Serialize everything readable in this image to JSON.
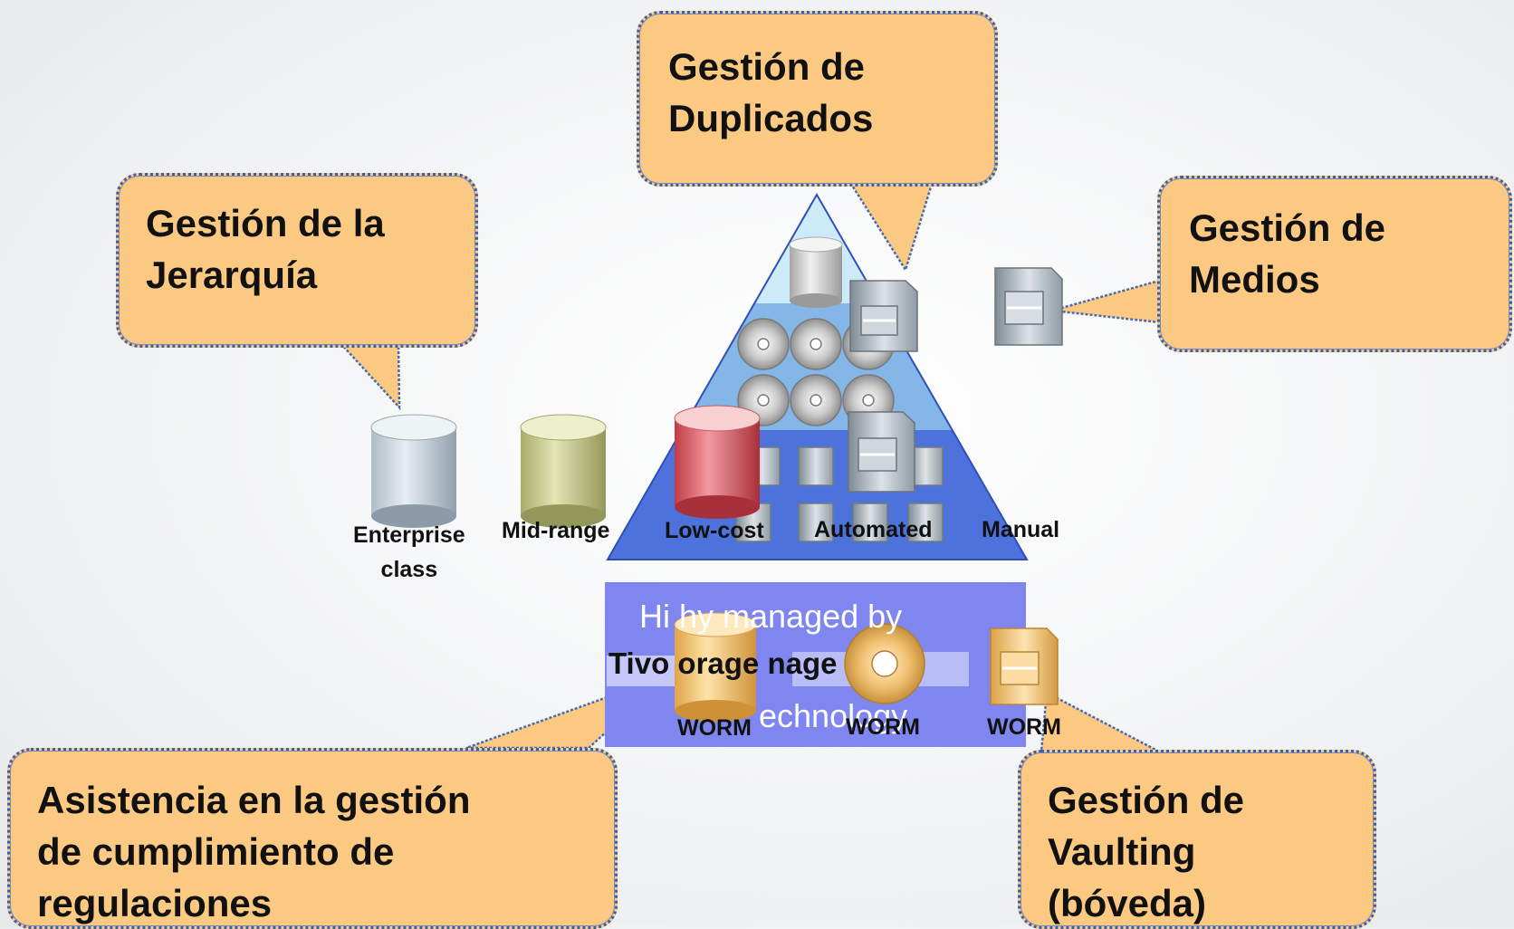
{
  "callouts": {
    "duplicados": [
      "Gestión de",
      "Duplicados"
    ],
    "jerarquia": [
      "Gestión de la",
      "Jerarquía"
    ],
    "medios": [
      "Gestión de",
      "Medios"
    ],
    "cumplimiento": [
      "Asistencia en la gestión",
      "de cumplimiento de",
      "regulaciones"
    ],
    "vaulting": [
      "Gestión de",
      "Vaulting",
      "(bóveda)"
    ]
  },
  "tiers": {
    "enterprise": [
      "Enterprise",
      "class"
    ],
    "midrange": "Mid-range",
    "lowcost": "Low-cost",
    "automated": "Automated",
    "manual": "Manual"
  },
  "banner": {
    "line1": "Hi      hy managed by",
    "line2": "Tivo      orage       nage",
    "line3": "echnology"
  },
  "worm": {
    "disk": "WORM",
    "optical": "WORM",
    "tape": "WORM"
  },
  "colors": {
    "callout_fill": "#fcc983",
    "callout_border": "#3d5fa8",
    "pyramid_top": "#cfeaf7",
    "pyramid_mid": "#7fb2e6",
    "pyramid_bottom": "#4a6fdc",
    "banner": "#7f86f0",
    "enterprise": "#c9d6df",
    "midrange": "#c8cc8c",
    "lowcost": "#dd5a60",
    "worm_disk": "#f6c774"
  }
}
